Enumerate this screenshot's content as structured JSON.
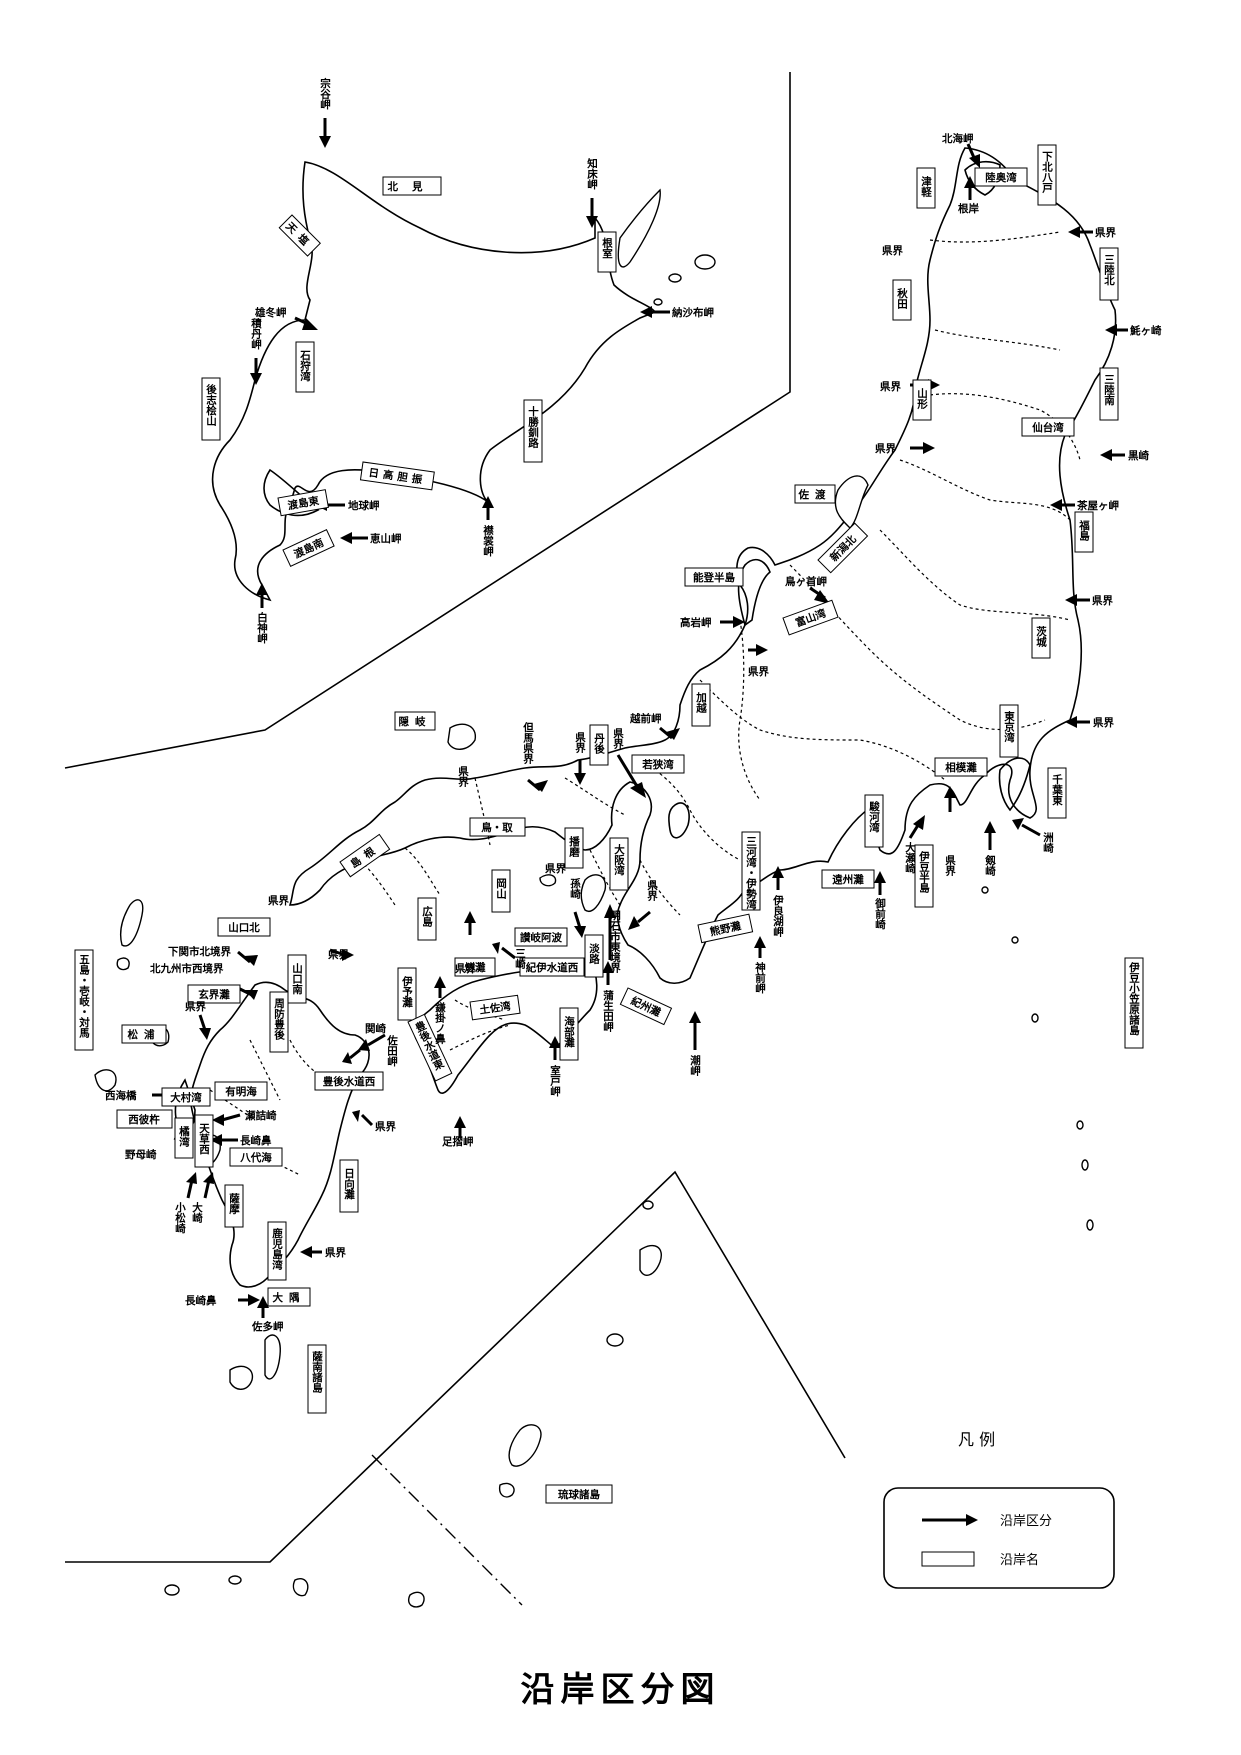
{
  "title": "沿岸区分図",
  "legend": {
    "title": "凡 例",
    "items": [
      {
        "label": "沿岸区分",
        "symbol": "arrow"
      },
      {
        "label": "沿岸名",
        "symbol": "box"
      }
    ]
  },
  "coast_names": [
    {
      "text": "北見",
      "vertical": false
    },
    {
      "text": "天塩",
      "vertical": true
    },
    {
      "text": "根室",
      "vertical": true
    },
    {
      "text": "石狩湾",
      "vertical": true
    },
    {
      "text": "後志桧山",
      "vertical": true
    },
    {
      "text": "十勝釧路",
      "vertical": true
    },
    {
      "text": "日高胆振",
      "vertical": false
    },
    {
      "text": "渡島東",
      "vertical": false
    },
    {
      "text": "渡島南",
      "vertical": false
    },
    {
      "text": "陸奥湾",
      "vertical": false
    },
    {
      "text": "下北八戸",
      "vertical": true
    },
    {
      "text": "津軽",
      "vertical": true
    },
    {
      "text": "三陸北",
      "vertical": true
    },
    {
      "text": "秋田",
      "vertical": true
    },
    {
      "text": "三陸南",
      "vertical": true
    },
    {
      "text": "山形",
      "vertical": true
    },
    {
      "text": "仙台湾",
      "vertical": false
    },
    {
      "text": "福島",
      "vertical": true
    },
    {
      "text": "佐渡",
      "vertical": false
    },
    {
      "text": "新潟北",
      "vertical": false
    },
    {
      "text": "能登半島",
      "vertical": false
    },
    {
      "text": "富山湾",
      "vertical": false
    },
    {
      "text": "茨城",
      "vertical": true
    },
    {
      "text": "加越",
      "vertical": true
    },
    {
      "text": "東京湾",
      "vertical": true
    },
    {
      "text": "隠岐",
      "vertical": false
    },
    {
      "text": "丹後",
      "vertical": true
    },
    {
      "text": "若狭湾",
      "vertical": false
    },
    {
      "text": "相模灘",
      "vertical": false
    },
    {
      "text": "千葉東",
      "vertical": true
    },
    {
      "text": "鳥・取",
      "vertical": false
    },
    {
      "text": "駿河湾",
      "vertical": true
    },
    {
      "text": "島根",
      "vertical": false
    },
    {
      "text": "播磨",
      "vertical": true
    },
    {
      "text": "大阪湾",
      "vertical": true
    },
    {
      "text": "三河湾・伊勢湾",
      "vertical": true
    },
    {
      "text": "伊豆半島",
      "vertical": true
    },
    {
      "text": "遠州灘",
      "vertical": false
    },
    {
      "text": "岡山",
      "vertical": true
    },
    {
      "text": "広島",
      "vertical": true
    },
    {
      "text": "山口北",
      "vertical": false
    },
    {
      "text": "讃岐阿波",
      "vertical": false
    },
    {
      "text": "淡路",
      "vertical": true
    },
    {
      "text": "熊野灘",
      "vertical": false
    },
    {
      "text": "燧灘",
      "vertical": false
    },
    {
      "text": "紀伊水道西",
      "vertical": false
    },
    {
      "text": "五島・壱岐・対馬",
      "vertical": true
    },
    {
      "text": "山口南",
      "vertical": true
    },
    {
      "text": "伊予灘",
      "vertical": true
    },
    {
      "text": "紀州灘",
      "vertical": false
    },
    {
      "text": "玄界灘",
      "vertical": false
    },
    {
      "text": "周防豊後",
      "vertical": true
    },
    {
      "text": "土佐湾",
      "vertical": false
    },
    {
      "text": "海部灘",
      "vertical": true
    },
    {
      "text": "伊豆小笠原諸島",
      "vertical": true
    },
    {
      "text": "松浦",
      "vertical": false
    },
    {
      "text": "豊後水道東",
      "vertical": true
    },
    {
      "text": "豊後水道西",
      "vertical": false
    },
    {
      "text": "有明海",
      "vertical": false
    },
    {
      "text": "大村湾",
      "vertical": false
    },
    {
      "text": "西彼杵",
      "vertical": false
    },
    {
      "text": "橘湾",
      "vertical": true
    },
    {
      "text": "天草西",
      "vertical": true
    },
    {
      "text": "八代海",
      "vertical": false
    },
    {
      "text": "日向灘",
      "vertical": true
    },
    {
      "text": "薩摩",
      "vertical": true
    },
    {
      "text": "鹿児島湾",
      "vertical": true
    },
    {
      "text": "大隅",
      "vertical": false
    },
    {
      "text": "薩南諸島",
      "vertical": true
    },
    {
      "text": "琉球諸島",
      "vertical": false
    }
  ],
  "division_points": [
    {
      "text": "宗谷岬",
      "vertical": true
    },
    {
      "text": "知床岬",
      "vertical": true
    },
    {
      "text": "納沙布岬",
      "vertical": false
    },
    {
      "text": "雄冬岬",
      "vertical": false
    },
    {
      "text": "積丹岬",
      "vertical": true
    },
    {
      "text": "地球岬",
      "vertical": false
    },
    {
      "text": "恵山岬",
      "vertical": false
    },
    {
      "text": "襟裳岬",
      "vertical": true
    },
    {
      "text": "白神岬",
      "vertical": true
    },
    {
      "text": "北海岬",
      "vertical": false
    },
    {
      "text": "根岸",
      "vertical": false
    },
    {
      "text": "県界",
      "vertical": false
    },
    {
      "text": "県界",
      "vertical": false
    },
    {
      "text": "魹ヶ崎",
      "vertical": false
    },
    {
      "text": "県界",
      "vertical": false
    },
    {
      "text": "県界",
      "vertical": false
    },
    {
      "text": "黒崎",
      "vertical": false
    },
    {
      "text": "茶屋ヶ岬",
      "vertical": false
    },
    {
      "text": "鳥ヶ首岬",
      "vertical": false
    },
    {
      "text": "県界",
      "vertical": false
    },
    {
      "text": "高岩岬",
      "vertical": false
    },
    {
      "text": "県界",
      "vertical": false
    },
    {
      "text": "越前岬",
      "vertical": false
    },
    {
      "text": "県界",
      "vertical": false
    },
    {
      "text": "但馬県界",
      "vertical": true
    },
    {
      "text": "県界",
      "vertical": true
    },
    {
      "text": "県界",
      "vertical": true
    },
    {
      "text": "県界",
      "vertical": true
    },
    {
      "text": "県界",
      "vertical": false
    },
    {
      "text": "大瀬崎",
      "vertical": true
    },
    {
      "text": "剱崎",
      "vertical": true
    },
    {
      "text": "洲崎",
      "vertical": true
    },
    {
      "text": "県界",
      "vertical": true
    },
    {
      "text": "孫崎",
      "vertical": true
    },
    {
      "text": "県界",
      "vertical": true
    },
    {
      "text": "伊良湖岬",
      "vertical": true
    },
    {
      "text": "御前崎",
      "vertical": true
    },
    {
      "text": "県界",
      "vertical": false
    },
    {
      "text": "県界",
      "vertical": false
    },
    {
      "text": "三崎",
      "vertical": true
    },
    {
      "text": "明石市東境界",
      "vertical": true
    },
    {
      "text": "神前岬",
      "vertical": true
    },
    {
      "text": "下関市北境界",
      "vertical": false
    },
    {
      "text": "北九州市西境界",
      "vertical": false
    },
    {
      "text": "県界",
      "vertical": false
    },
    {
      "text": "県界",
      "vertical": false
    },
    {
      "text": "鎌掛ノ鼻",
      "vertical": true
    },
    {
      "text": "関崎",
      "vertical": false
    },
    {
      "text": "佐田岬",
      "vertical": true
    },
    {
      "text": "蒲生田岬",
      "vertical": true
    },
    {
      "text": "潮岬",
      "vertical": true
    },
    {
      "text": "室戸岬",
      "vertical": true
    },
    {
      "text": "西海橋",
      "vertical": false
    },
    {
      "text": "瀬詰崎",
      "vertical": false
    },
    {
      "text": "長崎鼻",
      "vertical": false
    },
    {
      "text": "野母崎",
      "vertical": false
    },
    {
      "text": "県界",
      "vertical": false
    },
    {
      "text": "足摺岬",
      "vertical": false
    },
    {
      "text": "小松崎",
      "vertical": true
    },
    {
      "text": "大崎",
      "vertical": true
    },
    {
      "text": "県界",
      "vertical": false
    },
    {
      "text": "長崎鼻",
      "vertical": false
    },
    {
      "text": "佐多岬",
      "vertical": false
    }
  ]
}
